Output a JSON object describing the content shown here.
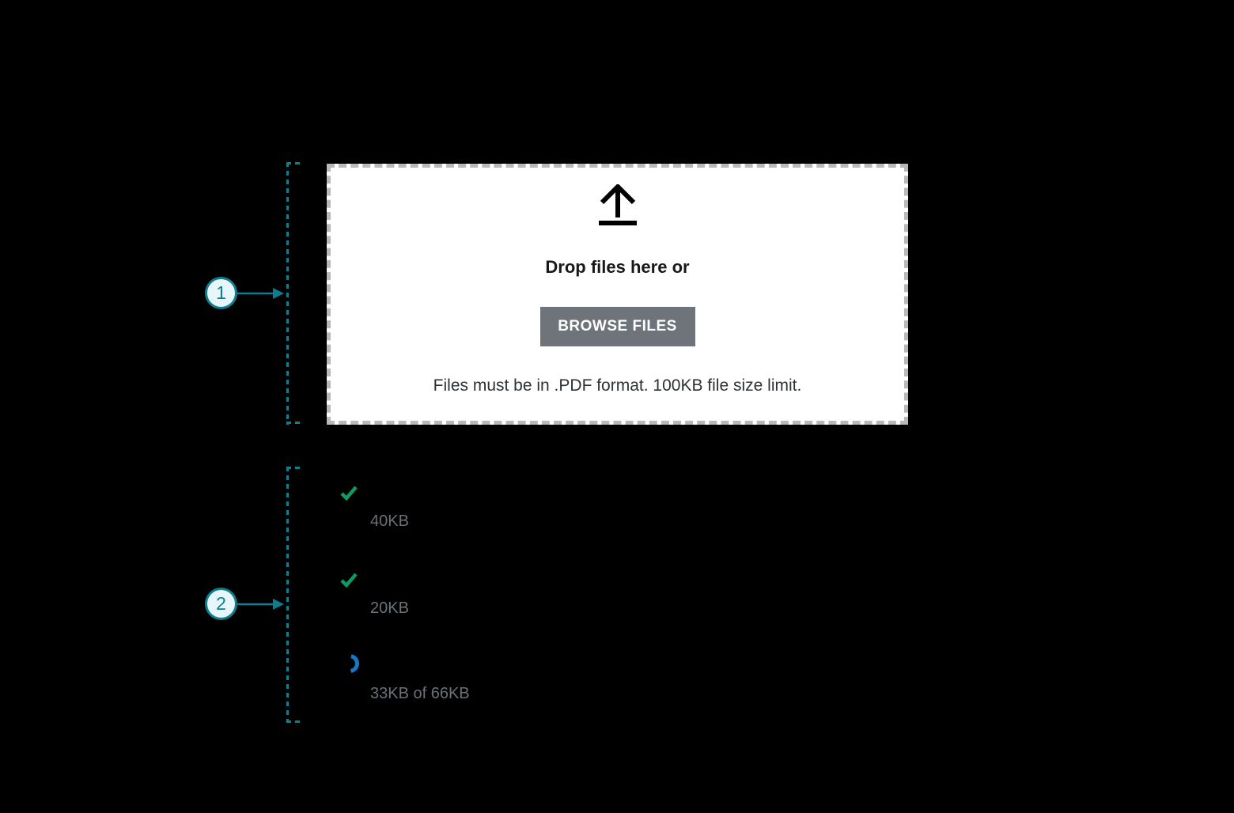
{
  "colors": {
    "background": "#000000",
    "teal_accent": "#117e90",
    "callout_fill": "#e6f6fa",
    "dropzone_background": "#ffffff",
    "dropzone_border": "#b9b9b9",
    "button_background": "#6f747b",
    "button_text": "#ffffff",
    "success_green": "#0e9b62",
    "progress_blue": "#1478cb",
    "muted_text": "#6b7179"
  },
  "callouts": [
    {
      "label": "1"
    },
    {
      "label": "2"
    }
  ],
  "dropzone": {
    "icon": "upload-arrow-icon",
    "title": "Drop files here or",
    "browse_button_label": "BROWSE FILES",
    "hint": "Files must be in .PDF format. 100KB file size limit."
  },
  "file_list": {
    "items": [
      {
        "icon": "check-icon",
        "size_label": "40KB"
      },
      {
        "icon": "check-icon",
        "size_label": "20KB"
      },
      {
        "icon": "spinner-icon",
        "size_label": "33KB of 66KB"
      }
    ]
  }
}
